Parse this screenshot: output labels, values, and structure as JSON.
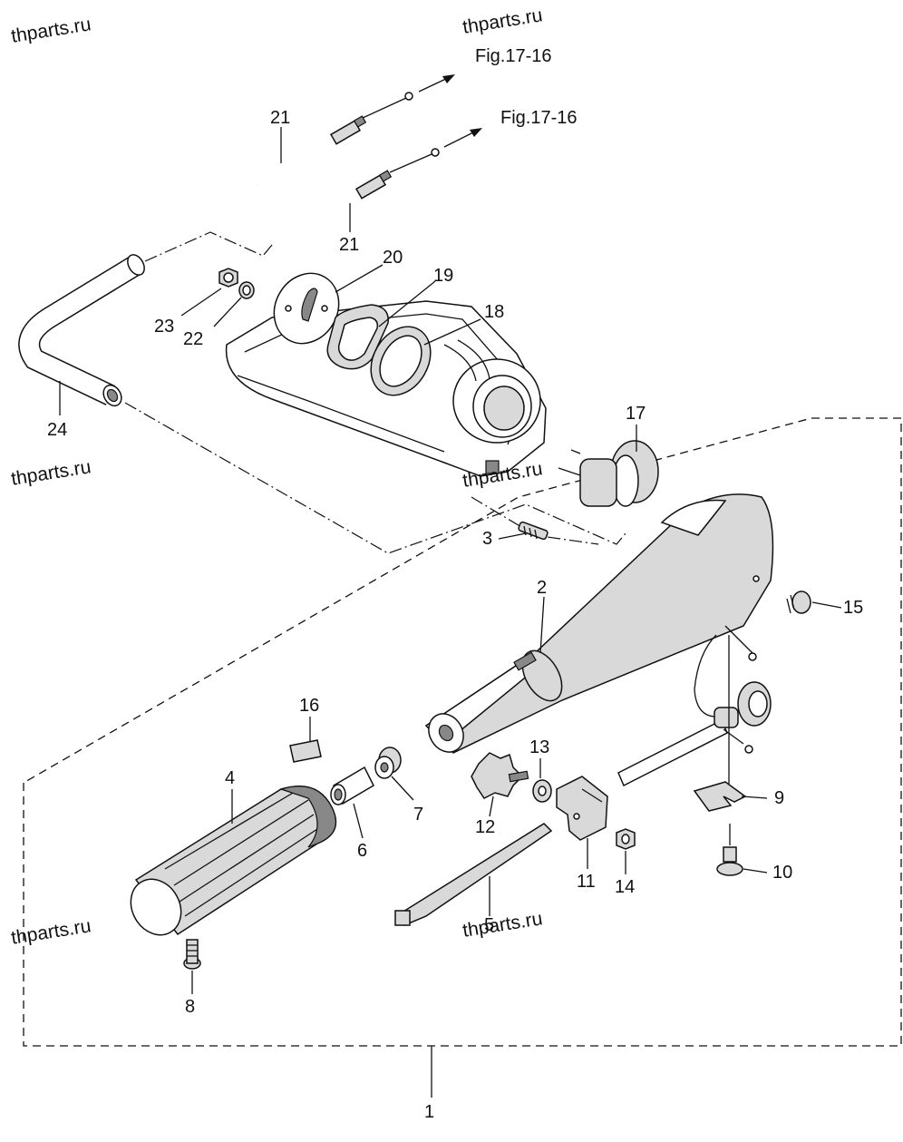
{
  "watermark": {
    "text_1": "thparts.ru",
    "text_2": "thparts.ru",
    "text_3": "thparts.ru",
    "text_4": "thparts.ru",
    "text_5": "thparts.ru",
    "text_6": "thparts.ru"
  },
  "references": {
    "fig_a": "Fig.17-16",
    "fig_b": "Fig.17-16"
  },
  "callouts": {
    "c1": "1",
    "c2": "2",
    "c3": "3",
    "c4": "4",
    "c5": "5",
    "c6": "6",
    "c7": "7",
    "c8": "8",
    "c9": "9",
    "c10": "10",
    "c11": "11",
    "c12": "12",
    "c13": "13",
    "c14": "14",
    "c15": "15",
    "c16": "16",
    "c17": "17",
    "c18": "18",
    "c19": "19",
    "c20": "20",
    "c21a": "21",
    "c21b": "21",
    "c22": "22",
    "c23": "23",
    "c24": "24"
  }
}
